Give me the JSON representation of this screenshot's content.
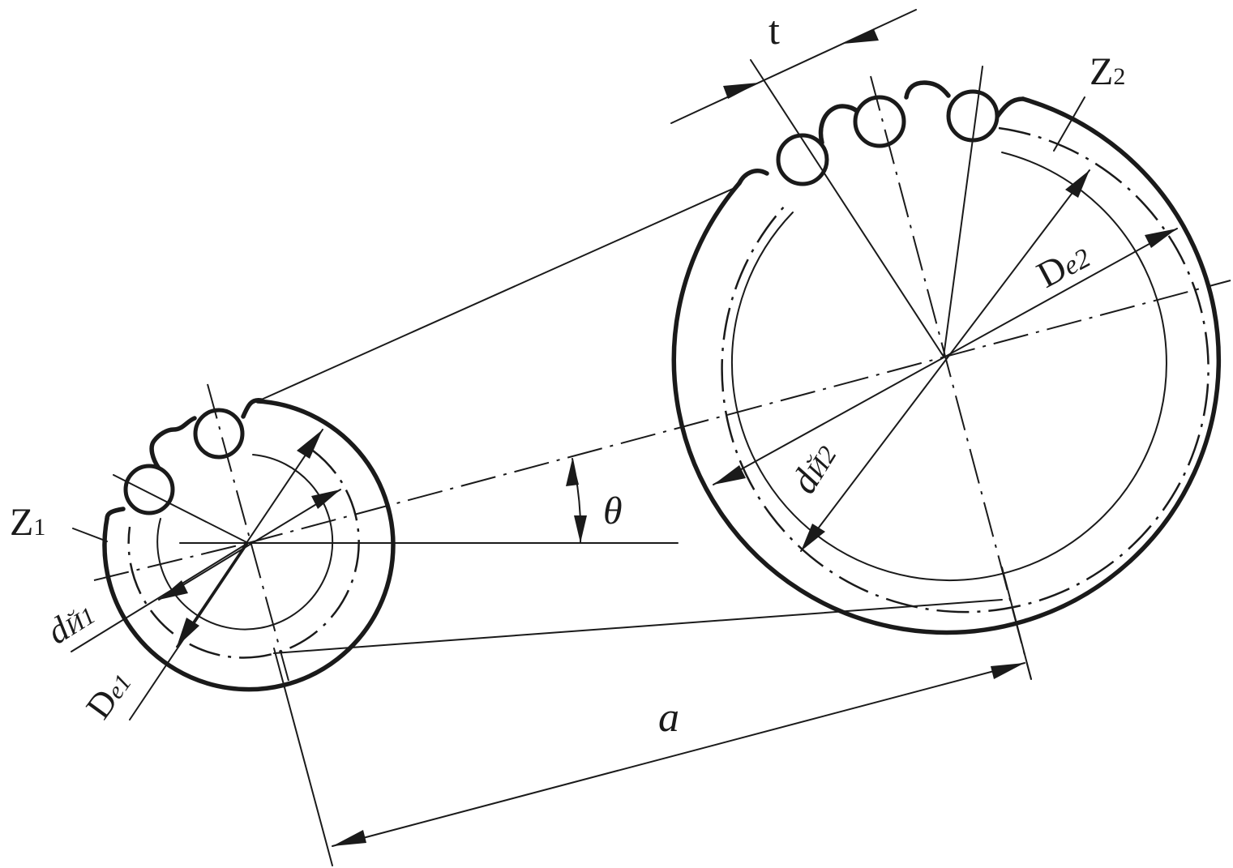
{
  "labels": {
    "pitch": "t",
    "teeth_driver": "Z",
    "teeth_driver_sub": "1",
    "teeth_driven": "Z",
    "teeth_driven_sub": "2",
    "pitch_dia_driver": "d",
    "pitch_dia_driver_sub": "Й1",
    "outer_dia_driver": "D",
    "outer_dia_driver_sub": "e1",
    "pitch_dia_driven": "d",
    "pitch_dia_driven_sub": "Й2",
    "outer_dia_driven": "D",
    "outer_dia_driven_sub": "e2",
    "centre_distance": "a",
    "angle": "θ"
  }
}
